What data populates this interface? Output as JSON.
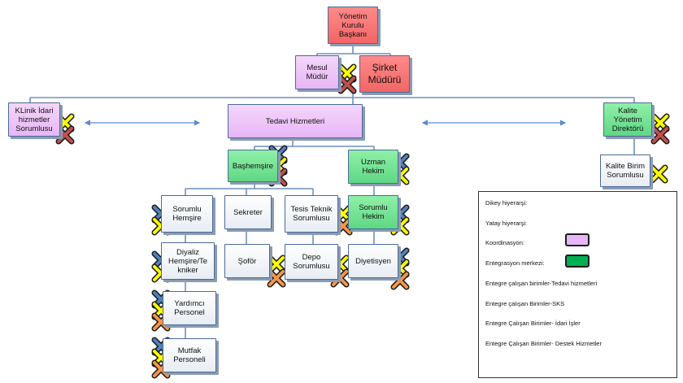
{
  "colors": {
    "tedavi": "#4f81bd",
    "sks": "#ffff00",
    "idari": "#c0504d",
    "destek": "#f79646",
    "koordinasyon": "#e7b6f5",
    "entegrasyon": "#00b050"
  },
  "nodes": {
    "yonetim": [
      "Yönetim",
      "Kurulu",
      "Başkanı"
    ],
    "mesul": [
      "Mesul",
      "Müdür"
    ],
    "sirket": [
      "Şirket",
      "Müdürü"
    ],
    "klinik": [
      "KLinik İdari",
      "hizmetler",
      "Sorumlusu"
    ],
    "tedavi": [
      "Tedavi Hizmetleri"
    ],
    "kalite_yonetim": [
      "Kalite",
      "Yönetim",
      "Direktörü"
    ],
    "bashemsire": [
      "Başhemşire"
    ],
    "uzman": [
      "Uzman",
      "Hekim"
    ],
    "kalite_birim": [
      "Kalite Birim",
      "Sorumlusu"
    ],
    "sorumlu_hemsire": [
      "Sorumlu",
      "Hemşire"
    ],
    "sekreter": [
      "Sekreter"
    ],
    "tesis": [
      "Tesis Teknik",
      "Sorumlusu"
    ],
    "sorumlu_hekim": [
      "Sorumlu",
      "Hekim"
    ],
    "diyaliz": [
      "Diyaliz",
      "Hemşire/Te",
      "kniker"
    ],
    "sofor": [
      "Şoför"
    ],
    "depo": [
      "Depo",
      "Sorumlusu"
    ],
    "diyetisyen": [
      "Diyetisyen"
    ],
    "yardimci": [
      "Yardımcı",
      "Personel"
    ],
    "mutfak": [
      "Mutfak",
      "Personeli"
    ]
  },
  "legend": {
    "dikey": "Dikey hiyerarşi:",
    "yatay": "Yatay hiyerarşi:",
    "koordinasyon": "Koordinasyon:",
    "entegrasyon": "Entegrasyon merkezi:",
    "tedavi": "Entegre çalışan birimler-Tedavi hizmetleri",
    "sks": "Entegre çalışan Birimler-SKS",
    "idari": "Entegre Çalışan Birimler- İdari İşler",
    "destek": "Entegre Çalışan Birimler- Destek Hizmetler"
  }
}
